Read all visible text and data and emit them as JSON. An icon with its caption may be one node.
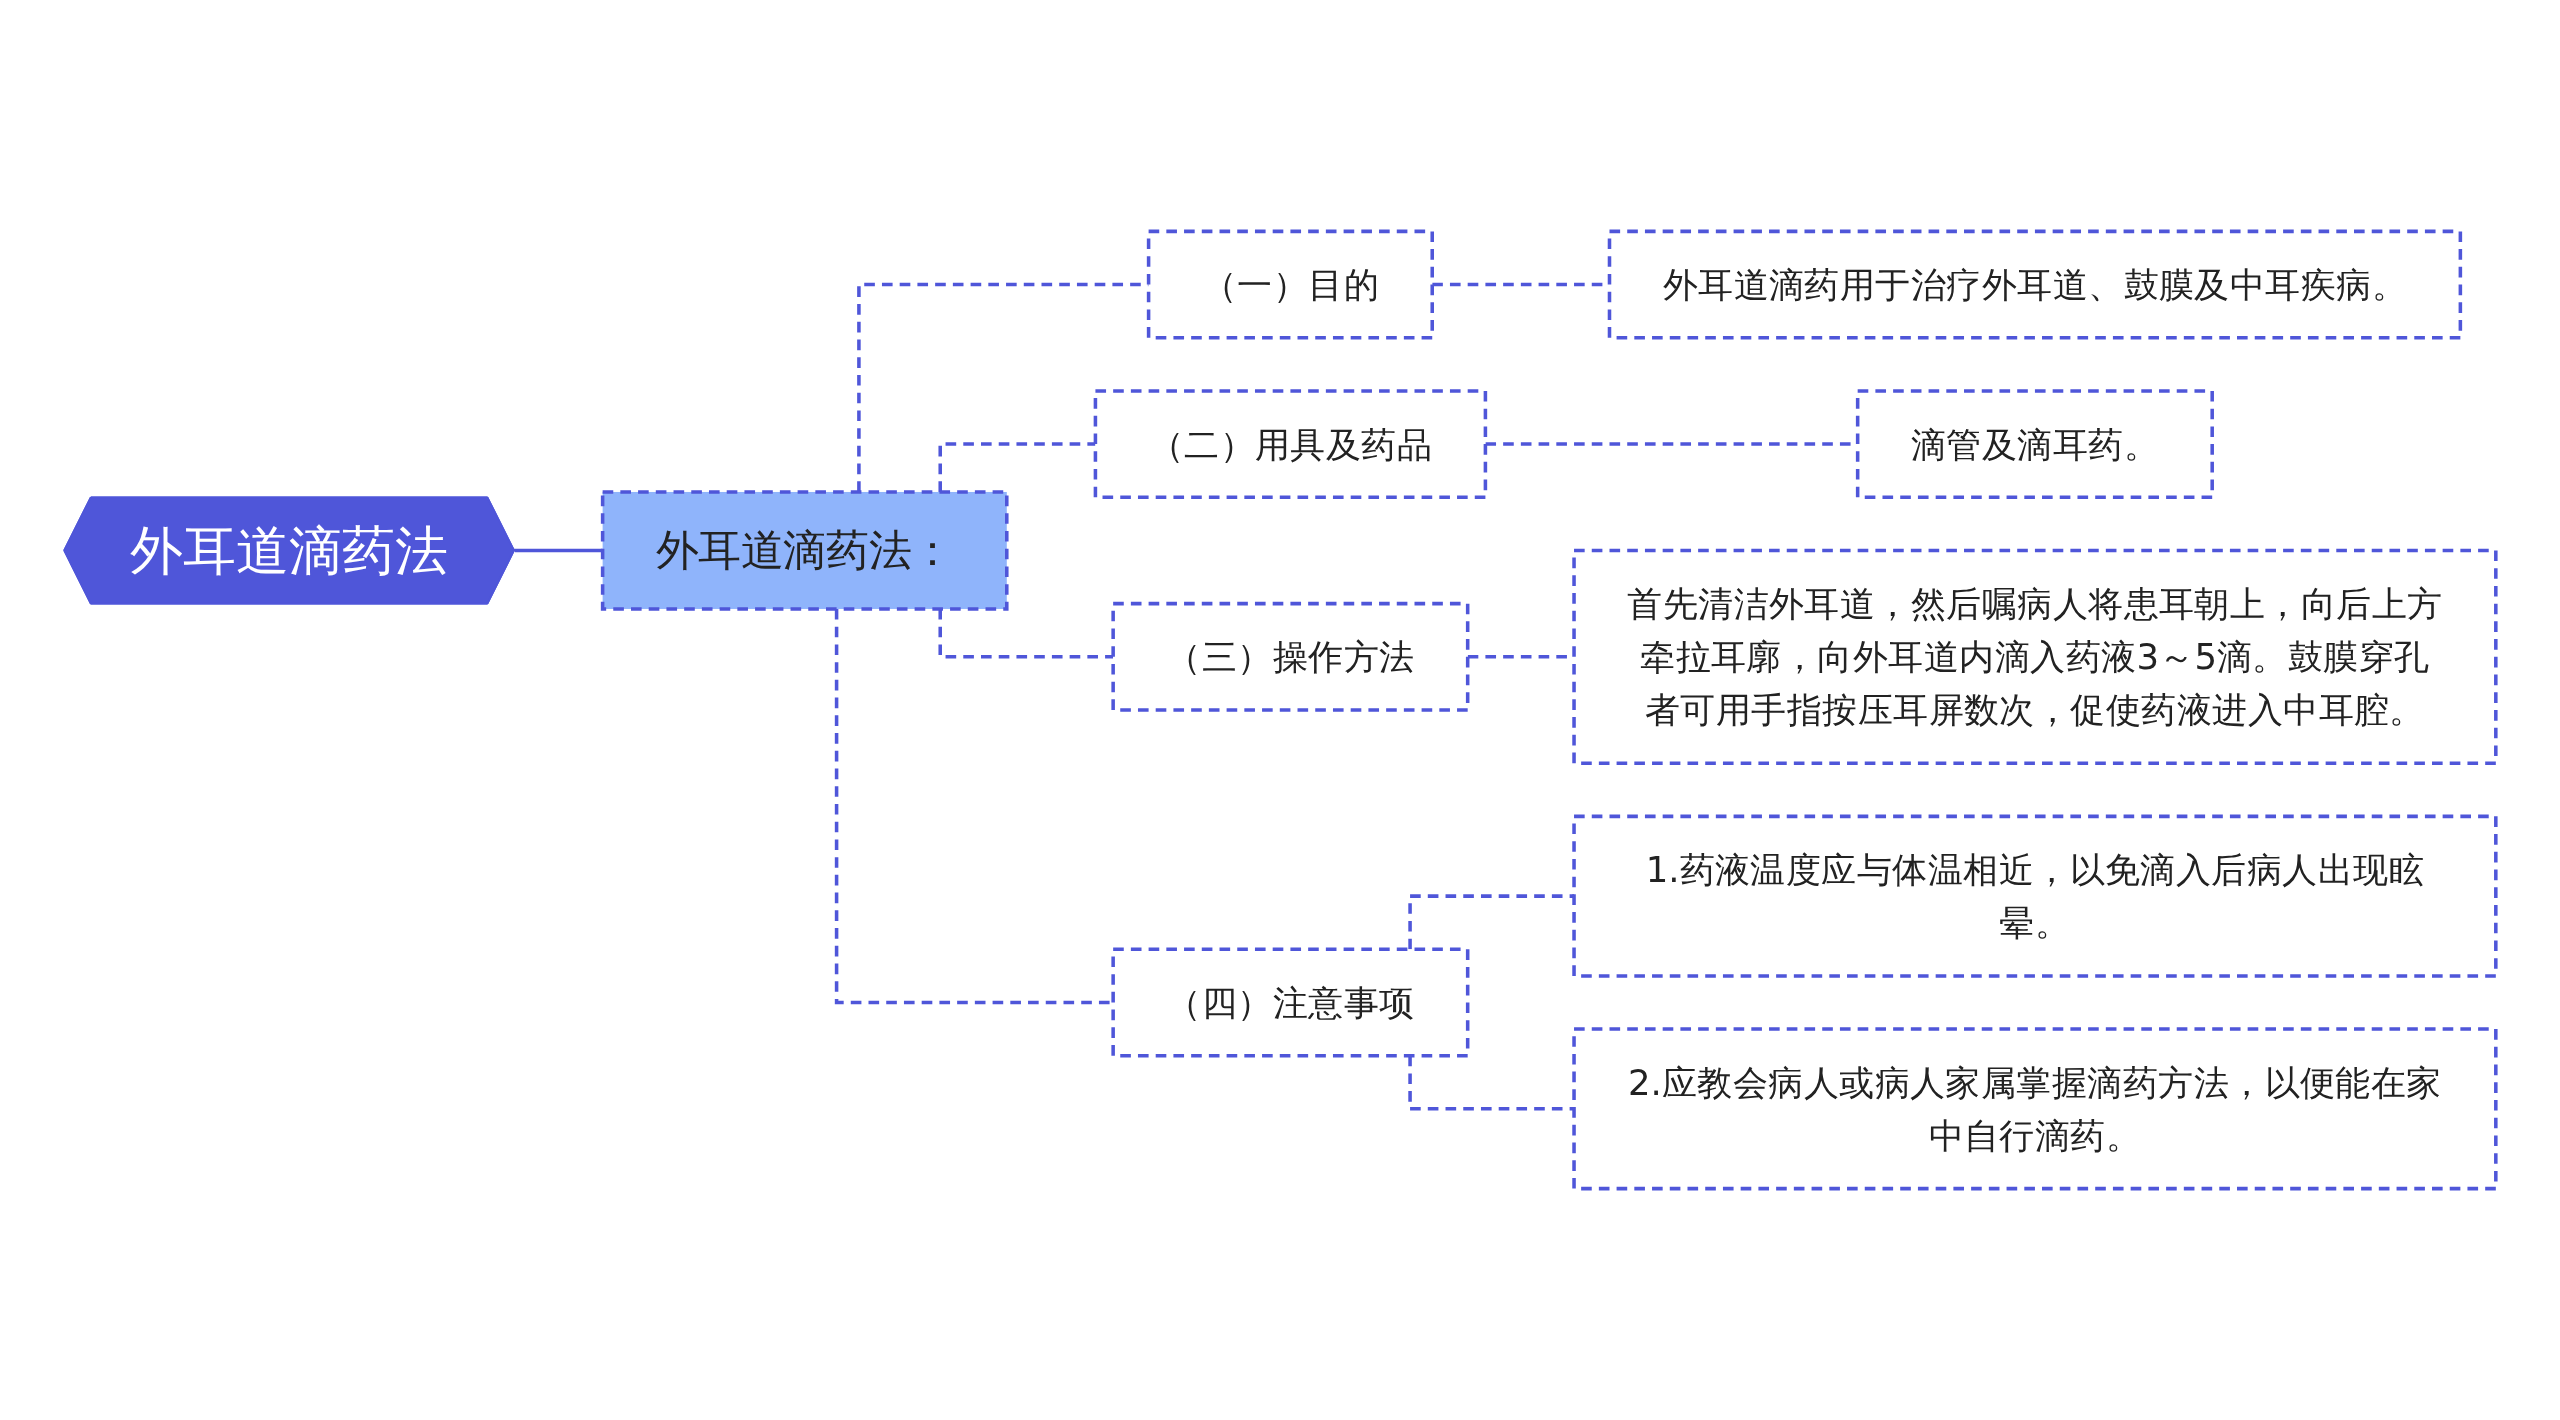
{
  "diagram": {
    "nodes": [
      {
        "text": [
          "外耳道滴药法"
        ]
      },
      {
        "text": [
          "外耳道滴药法："
        ]
      },
      {
        "text": [
          "（一）目的"
        ]
      },
      {
        "text": [
          "外耳道滴药用于治疗外耳道、鼓膜及中耳疾病。"
        ]
      },
      {
        "text": [
          "（二）用具及药品"
        ]
      },
      {
        "text": [
          "滴管及滴耳药。"
        ]
      },
      {
        "text": [
          "（三）操作方法"
        ]
      },
      {
        "text": [
          "首先清洁外耳道，然后嘱病人将患耳朝上，向后上方牵拉耳廓，向外耳道内滴入药液3～5滴。鼓膜穿孔者可用手指按压耳屏数次，促使药液进入中耳腔。"
        ]
      },
      {
        "text": [
          "（四）注意事项"
        ]
      },
      {
        "text": [
          "1.药液温度应与体温相近，以免滴入后病人出现眩晕。"
        ]
      },
      {
        "text": [
          "2.应教会病人或病人家属掌握滴药方法，以便能在家中自行滴药。"
        ]
      }
    ],
    "edges": [
      {
        "from": 0,
        "to": 1,
        "arrow": "none"
      },
      {
        "from": 1,
        "to": 2,
        "arrow": "none",
        "style": "dashed"
      },
      {
        "from": 1,
        "to": 4,
        "arrow": "none",
        "style": "dashed"
      },
      {
        "from": 1,
        "to": 6,
        "arrow": "none",
        "style": "dashed"
      },
      {
        "from": 1,
        "to": 8,
        "arrow": "none",
        "style": "dashed"
      },
      {
        "from": 2,
        "to": 3,
        "arrow": "none",
        "style": "dashed"
      },
      {
        "from": 4,
        "to": 5,
        "arrow": "none",
        "style": "dashed"
      },
      {
        "from": 6,
        "to": 7,
        "arrow": "none",
        "style": "dashed"
      },
      {
        "from": 8,
        "to": 9,
        "arrow": "none",
        "style": "dashed"
      },
      {
        "from": 8,
        "to": 10,
        "arrow": "none",
        "style": "dashed"
      }
    ]
  }
}
